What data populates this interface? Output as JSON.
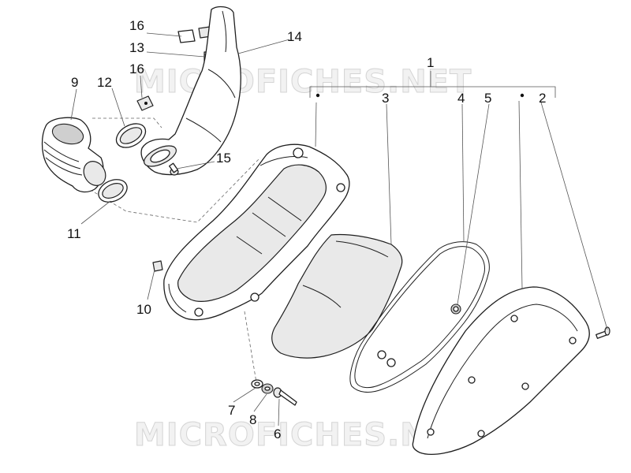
{
  "watermark": {
    "text_top": "MICROFICHES.NET",
    "text_bottom": "MICROFICHES.NET"
  },
  "callouts": {
    "c1": "1",
    "c2": "2",
    "c3": "3",
    "c4": "4",
    "c5": "5",
    "c6": "6",
    "c7": "7",
    "c8": "8",
    "c9": "9",
    "c10": "10",
    "c11": "11",
    "c12": "12",
    "c13": "13",
    "c14": "14",
    "c15": "15",
    "c16a": "16",
    "c16b": "16"
  }
}
